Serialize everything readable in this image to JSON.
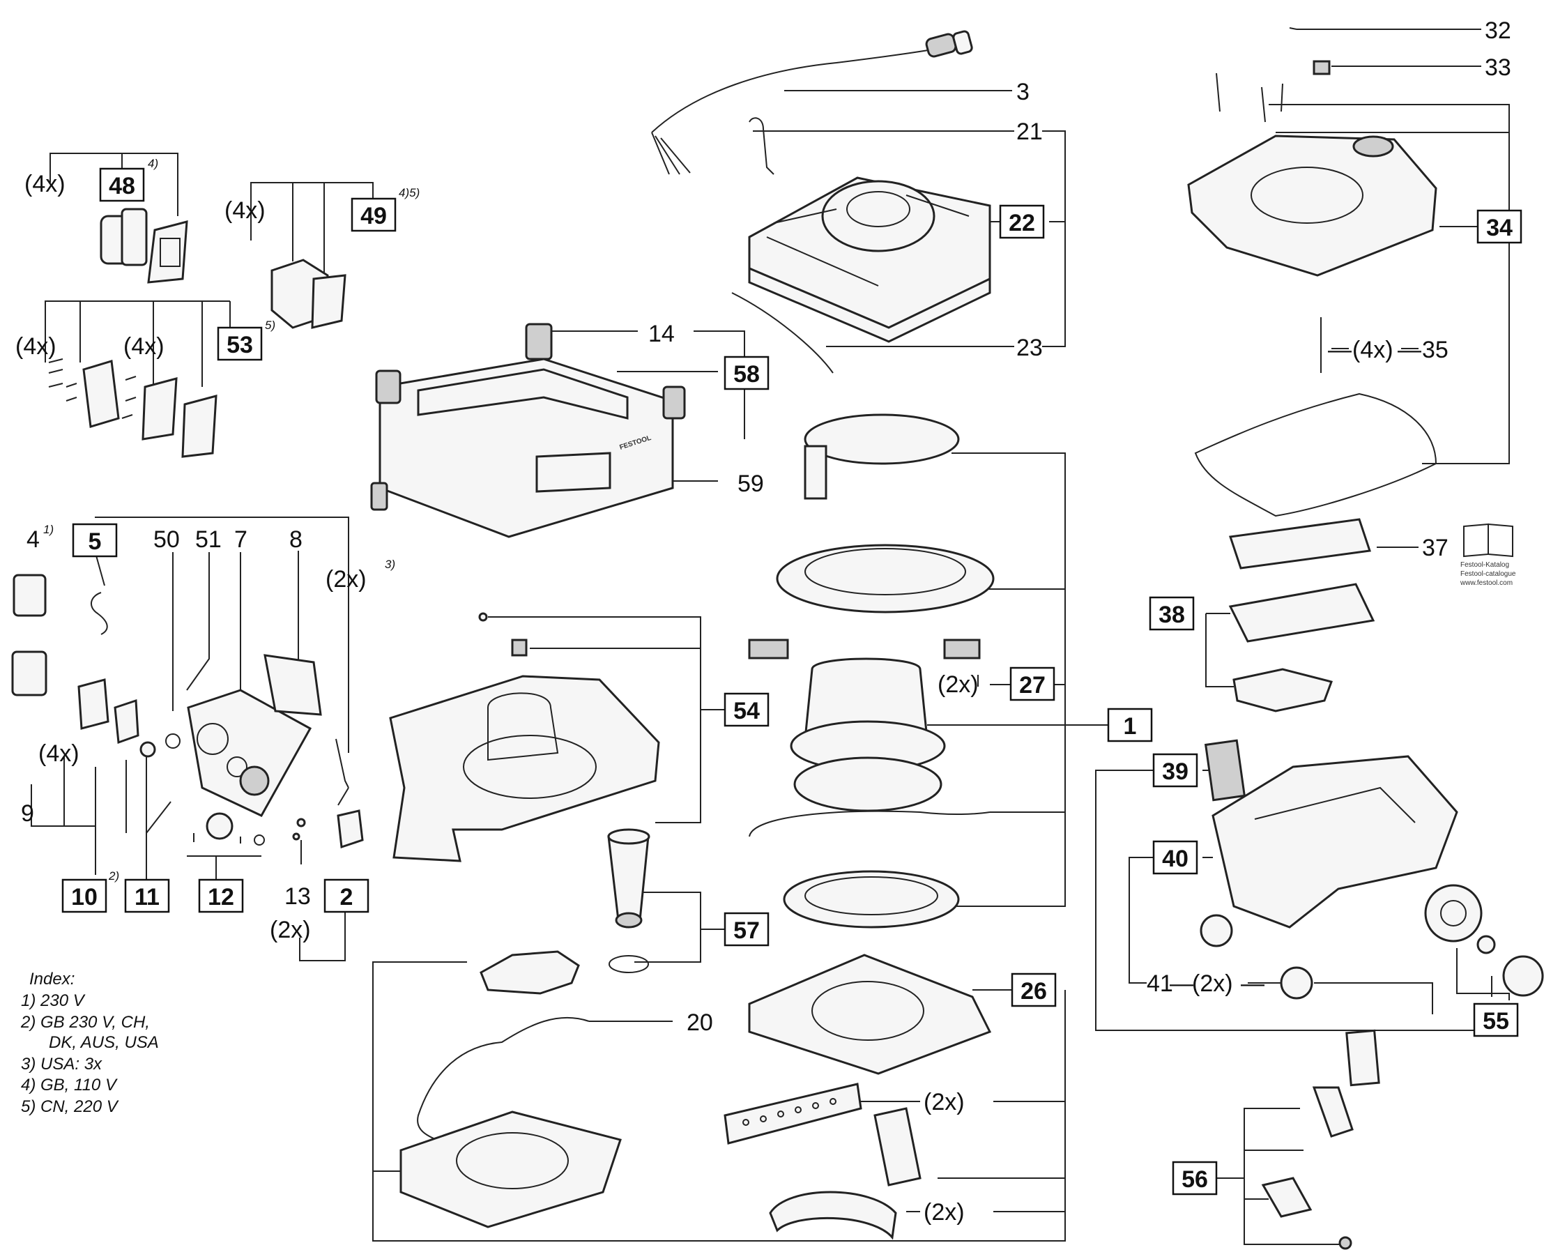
{
  "diagram": {
    "boxed_labels": [
      "48",
      "49",
      "53",
      "58",
      "22",
      "34",
      "5",
      "27",
      "1",
      "54",
      "38",
      "39",
      "40",
      "10",
      "11",
      "12",
      "2",
      "57",
      "26",
      "55",
      "56"
    ],
    "plain_labels": [
      "32",
      "33",
      "3",
      "21",
      "23",
      "14",
      "59",
      "35",
      "37",
      "4",
      "50",
      "51",
      "7",
      "8",
      "9",
      "13",
      "20",
      "41"
    ],
    "quantity_labels": {
      "q48": "(4x)",
      "q49": "(4x)",
      "q53a": "(4x)",
      "q53b": "(4x)",
      "q35": "(4x)",
      "q_left": "(2x)",
      "q9": "(4x)",
      "q27": "(2x)",
      "q13": "(2x)",
      "q41": "(2x)",
      "q26a": "(2x)",
      "q26b": "(2x)"
    },
    "footnote_marks": {
      "m48": "4)",
      "m49": "4)5)",
      "m53": "5)",
      "m4": "1)",
      "mq": "3)",
      "m10": "2)"
    },
    "dashes": {
      "d35a": "—",
      "d35b": "—",
      "d41": "—",
      "d41b": "—"
    },
    "catalog_book": {
      "lines": [
        "Festool-Katalog",
        "Festool-catalogue",
        "www.festool.com"
      ]
    }
  },
  "index": {
    "title": "Index:",
    "lines": [
      "1) 230 V",
      "2) GB 230 V, CH,",
      "DK, AUS, USA",
      "3) USA: 3x",
      "4) GB, 110 V",
      "5) CN, 220 V"
    ]
  }
}
